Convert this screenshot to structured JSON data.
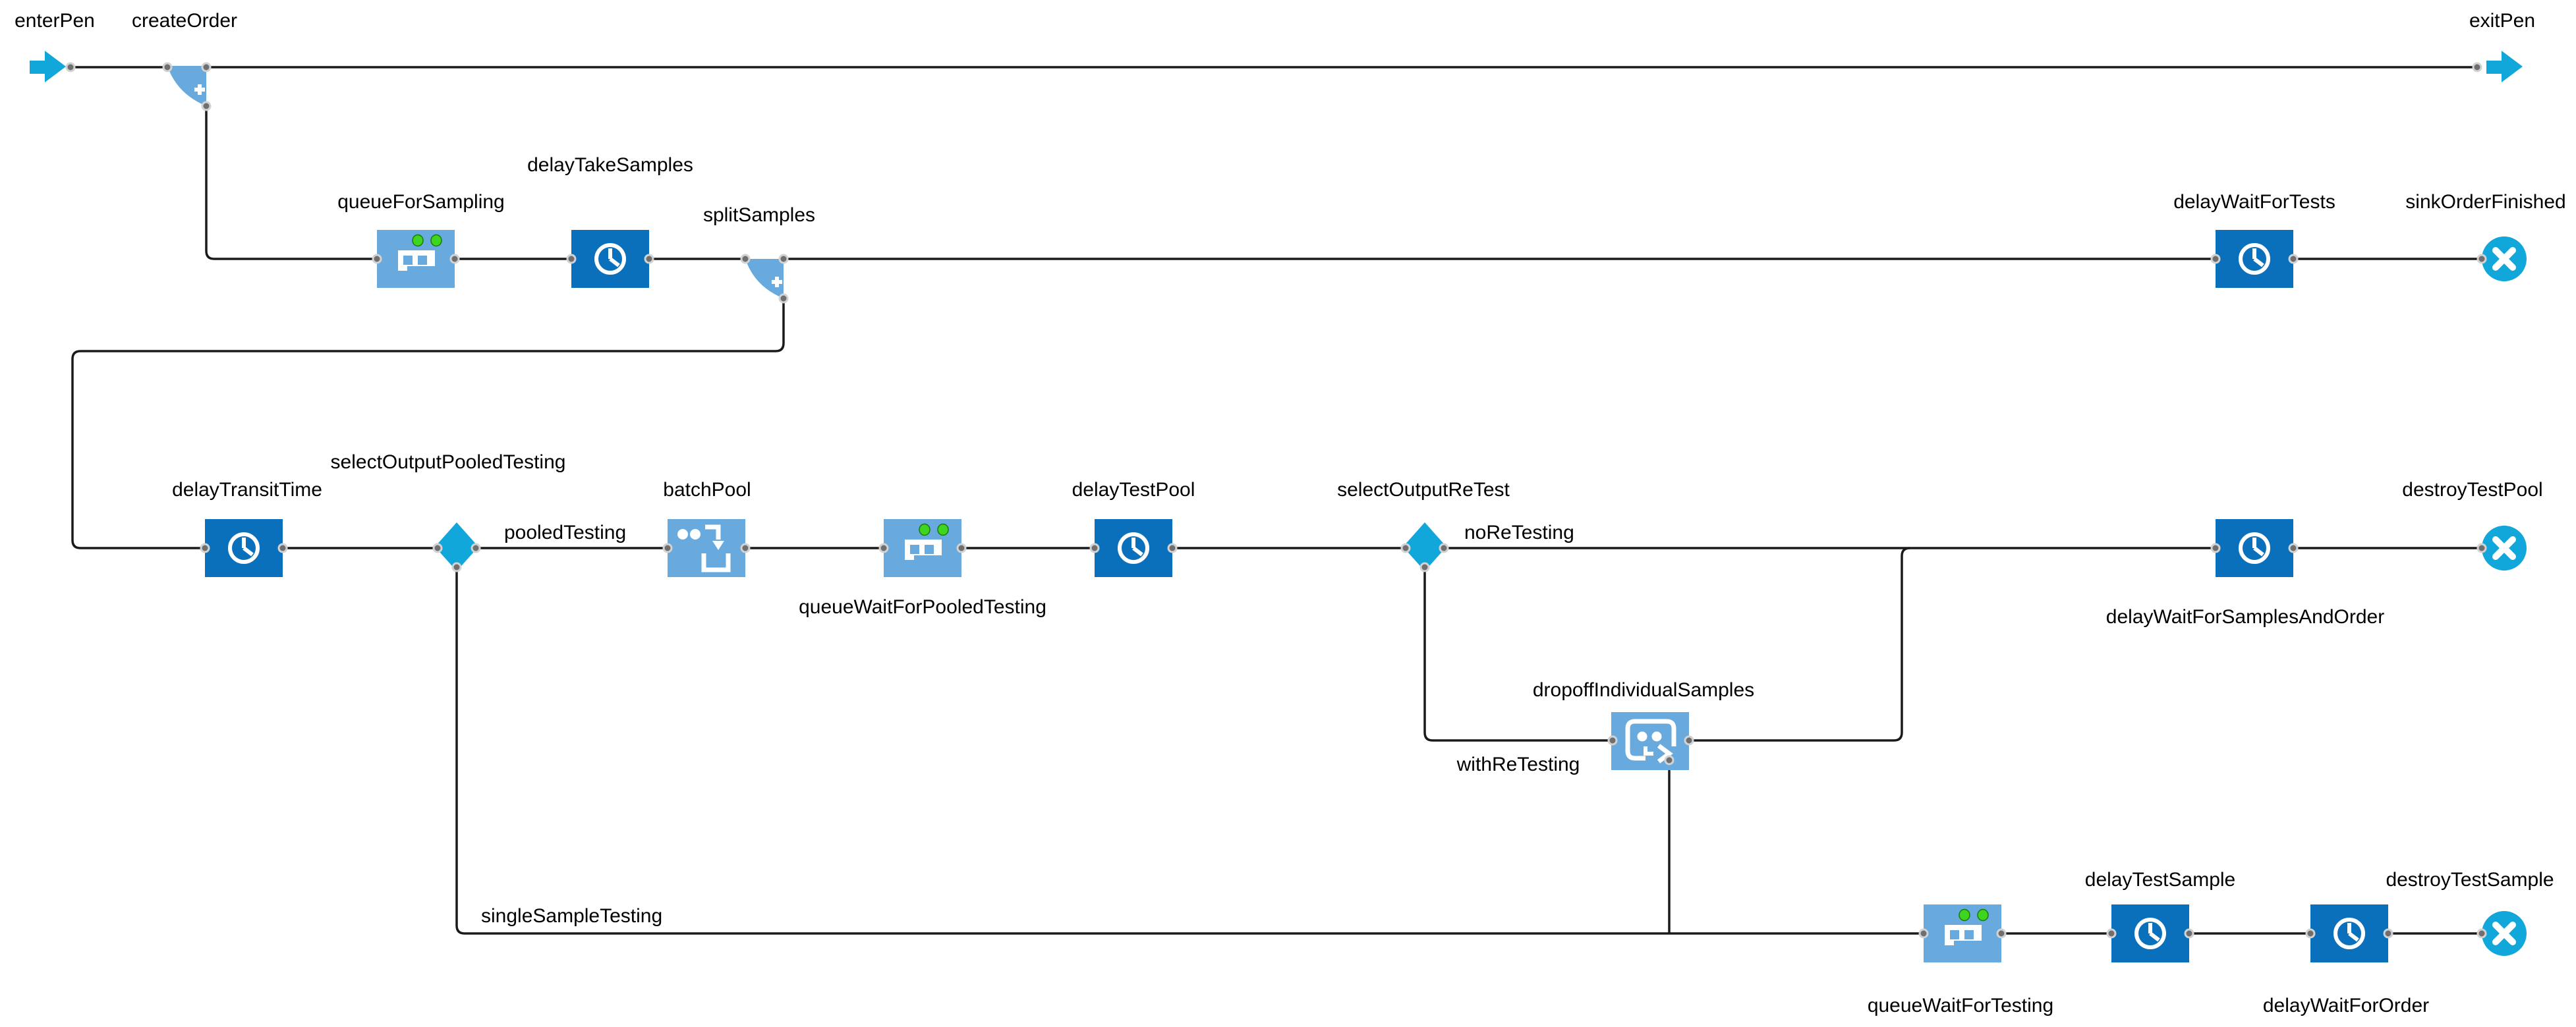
{
  "diagram": {
    "type": "process-flowchart",
    "nodes": {
      "enterPen": {
        "label": "enterPen",
        "block_type": "enter"
      },
      "createOrder": {
        "label": "createOrder",
        "block_type": "split"
      },
      "exitPen": {
        "label": "exitPen",
        "block_type": "exit"
      },
      "queueForSampling": {
        "label": "queueForSampling",
        "block_type": "queue"
      },
      "delayTakeSamples": {
        "label": "delayTakeSamples",
        "block_type": "delay"
      },
      "splitSamples": {
        "label": "splitSamples",
        "block_type": "split"
      },
      "delayWaitForTests": {
        "label": "delayWaitForTests",
        "block_type": "delay"
      },
      "sinkOrderFinished": {
        "label": "sinkOrderFinished",
        "block_type": "sink"
      },
      "delayTransitTime": {
        "label": "delayTransitTime",
        "block_type": "delay"
      },
      "selectOutputPooledTesting": {
        "label": "selectOutputPooledTesting",
        "block_type": "selectOutput"
      },
      "batchPool": {
        "label": "batchPool",
        "block_type": "batch"
      },
      "queueWaitForPooledTesting": {
        "label": "queueWaitForPooledTesting",
        "block_type": "queue"
      },
      "delayTestPool": {
        "label": "delayTestPool",
        "block_type": "delay"
      },
      "selectOutputReTest": {
        "label": "selectOutputReTest",
        "block_type": "selectOutput"
      },
      "delayWaitForSamplesAndOrder": {
        "label": "delayWaitForSamplesAndOrder",
        "block_type": "delay"
      },
      "destroyTestPool": {
        "label": "destroyTestPool",
        "block_type": "sink"
      },
      "dropoffIndividualSamples": {
        "label": "dropoffIndividualSamples",
        "block_type": "dropoff"
      },
      "queueWaitForTesting": {
        "label": "queueWaitForTesting",
        "block_type": "queue"
      },
      "delayTestSample": {
        "label": "delayTestSample",
        "block_type": "delay"
      },
      "delayWaitForOrder": {
        "label": "delayWaitForOrder",
        "block_type": "delay"
      },
      "destroyTestSample": {
        "label": "destroyTestSample",
        "block_type": "sink"
      }
    },
    "branch_labels": {
      "pooledTesting": "pooledTesting",
      "noReTesting": "noReTesting",
      "withReTesting": "withReTesting",
      "singleSampleTesting": "singleSampleTesting"
    },
    "colors": {
      "block_light_blue": "#68AADD",
      "block_dark_blue": "#0B70BC",
      "accent_cyan": "#11A7DB",
      "queue_indicator_green": "#3FD41F",
      "connector_black": "#1A1A1A",
      "port_gray": "#6F6F6F",
      "port_ring_gray": "#D2D2D2",
      "background": "#FFFFFF"
    }
  }
}
